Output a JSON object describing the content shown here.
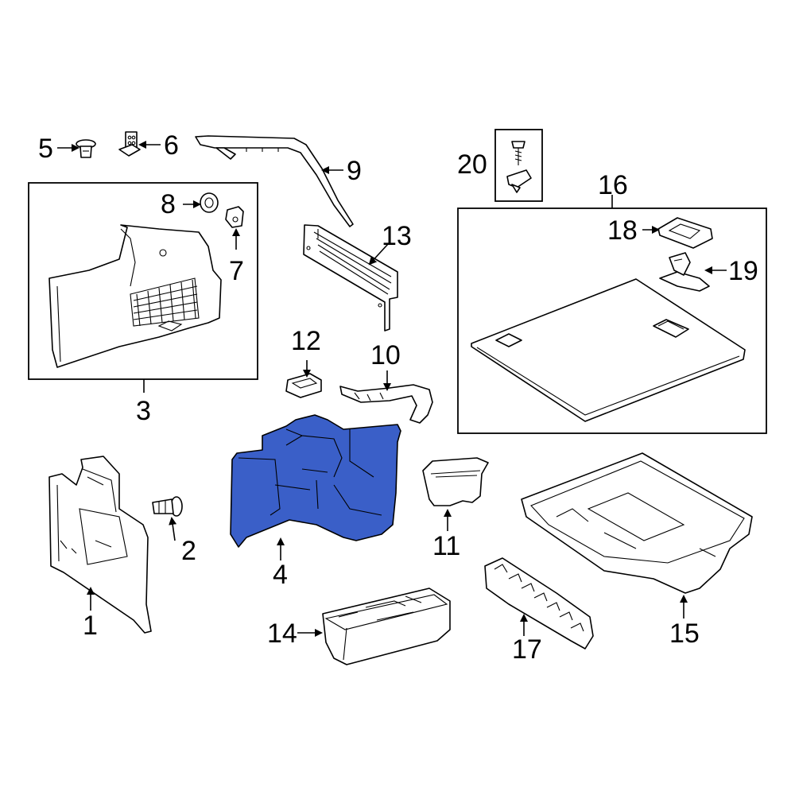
{
  "colors": {
    "highlight": "#3a5fc8",
    "line": "#000000",
    "background": "#ffffff"
  },
  "callouts": {
    "c1": "1",
    "c2": "2",
    "c3": "3",
    "c4": "4",
    "c5": "5",
    "c6": "6",
    "c7": "7",
    "c8": "8",
    "c9": "9",
    "c10": "10",
    "c11": "11",
    "c12": "12",
    "c13": "13",
    "c14": "14",
    "c15": "15",
    "c16": "16",
    "c17": "17",
    "c18": "18",
    "c19": "19",
    "c20": "20"
  },
  "highlighted_part": "4"
}
